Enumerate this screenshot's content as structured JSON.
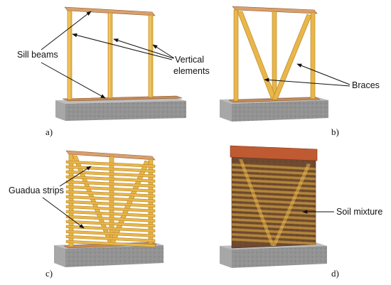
{
  "panels": [
    {
      "id": "a",
      "label": "a)"
    },
    {
      "id": "b",
      "label": "b)"
    },
    {
      "id": "c",
      "label": "c)"
    },
    {
      "id": "d",
      "label": "d)"
    }
  ],
  "annotations": {
    "sill_beams": "Sill beams",
    "vertical_elements_line1": "Vertical",
    "vertical_elements_line2": "elements",
    "braces": "Braces",
    "guadua_strips": "Guadua strips",
    "soil_mixture": "Soil mixture"
  },
  "colors": {
    "wood": "#e9b64a",
    "wood_light": "#f6d57b",
    "wood_dark": "#b07f1f",
    "sill": "#c98b57",
    "sill_top": "#d9a06c",
    "concrete_top": "#b9b9b9",
    "concrete_front": "#8f8f8f",
    "soil": "#6e4a30",
    "soil_band": "#8a5d3b",
    "cap": "#c05a33",
    "leader": "#111111"
  }
}
